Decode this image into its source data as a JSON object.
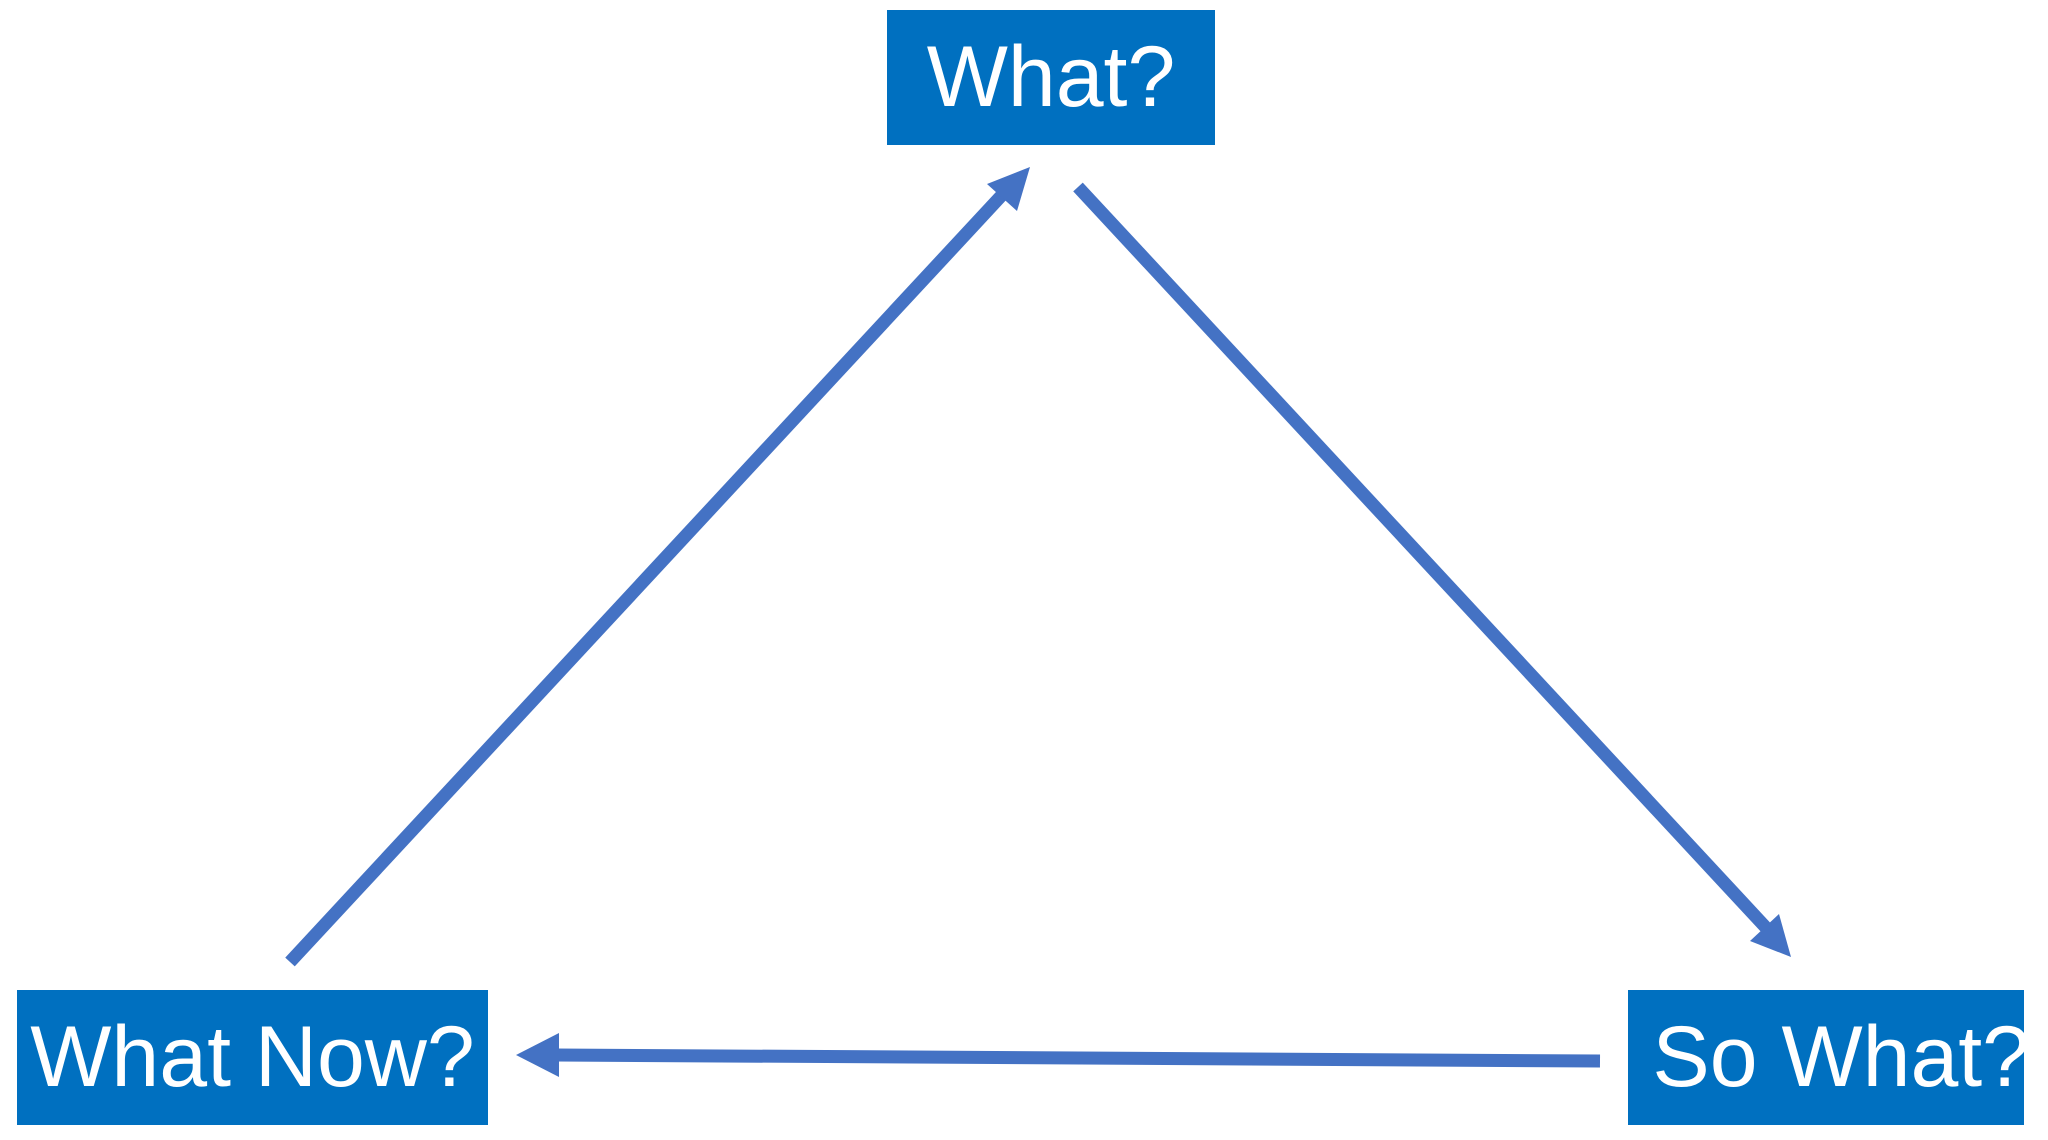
{
  "diagram": {
    "nodes": {
      "what": {
        "label": "What?"
      },
      "so_what": {
        "label": "So What?"
      },
      "what_now": {
        "label": "What Now?"
      }
    },
    "edges": [
      {
        "from": "what",
        "to": "so_what"
      },
      {
        "from": "so_what",
        "to": "what_now"
      },
      {
        "from": "what_now",
        "to": "what"
      }
    ],
    "colors": {
      "box_fill": "#0070C0",
      "box_text": "#FFFFFF",
      "arrow": "#4472C4",
      "background": "#FFFFFF"
    }
  }
}
